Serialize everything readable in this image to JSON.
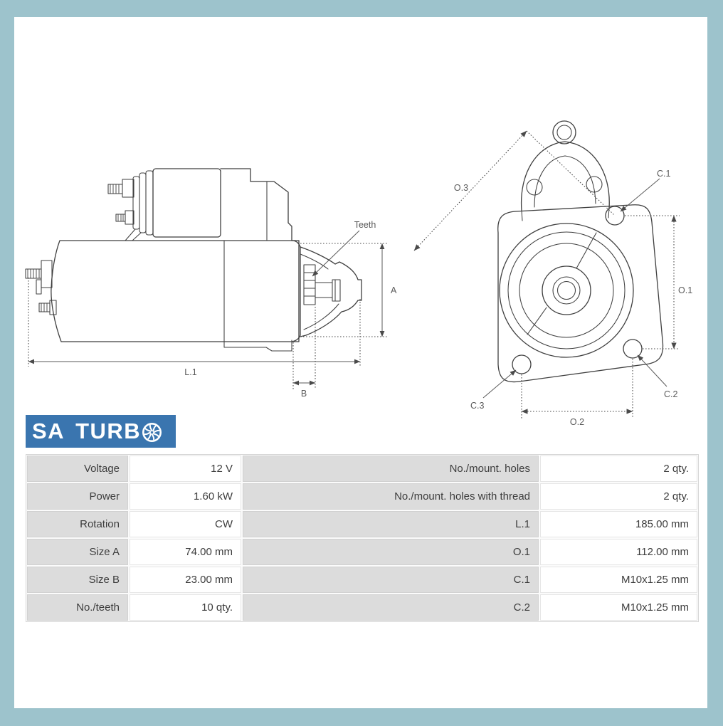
{
  "frame": {
    "border_color": "#9dc3cc",
    "panel_color": "#ffffff"
  },
  "logo": {
    "text_primary": "SA",
    "text_secondary": "TURB",
    "icon": "turbo-wheel-icon",
    "bg_color": "#3a75af",
    "text_color": "#ffffff"
  },
  "drawings": {
    "side_view": {
      "description": "starter-motor-side-view",
      "labels": {
        "teeth": "Teeth",
        "length_l1": "L.1",
        "size_b": "B",
        "size_a": "A"
      }
    },
    "front_view": {
      "description": "starter-motor-front-view",
      "labels": {
        "o1": "O.1",
        "o2": "O.2",
        "o3": "O.3",
        "c1": "C.1",
        "c2": "C.2",
        "c3": "C.3"
      }
    }
  },
  "spec_table": {
    "rows": [
      {
        "label_left": "Voltage",
        "value_left": "12 V",
        "label_right": "No./mount. holes",
        "value_right": "2 qty."
      },
      {
        "label_left": "Power",
        "value_left": "1.60 kW",
        "label_right": "No./mount. holes with thread",
        "value_right": "2 qty."
      },
      {
        "label_left": "Rotation",
        "value_left": "CW",
        "label_right": "L.1",
        "value_right": "185.00 mm"
      },
      {
        "label_left": "Size A",
        "value_left": "74.00 mm",
        "label_right": "O.1",
        "value_right": "112.00 mm"
      },
      {
        "label_left": "Size B",
        "value_left": "23.00 mm",
        "label_right": "C.1",
        "value_right": "M10x1.25 mm"
      },
      {
        "label_left": "No./teeth",
        "value_left": "10 qty.",
        "label_right": "C.2",
        "value_right": "M10x1.25 mm"
      }
    ]
  }
}
